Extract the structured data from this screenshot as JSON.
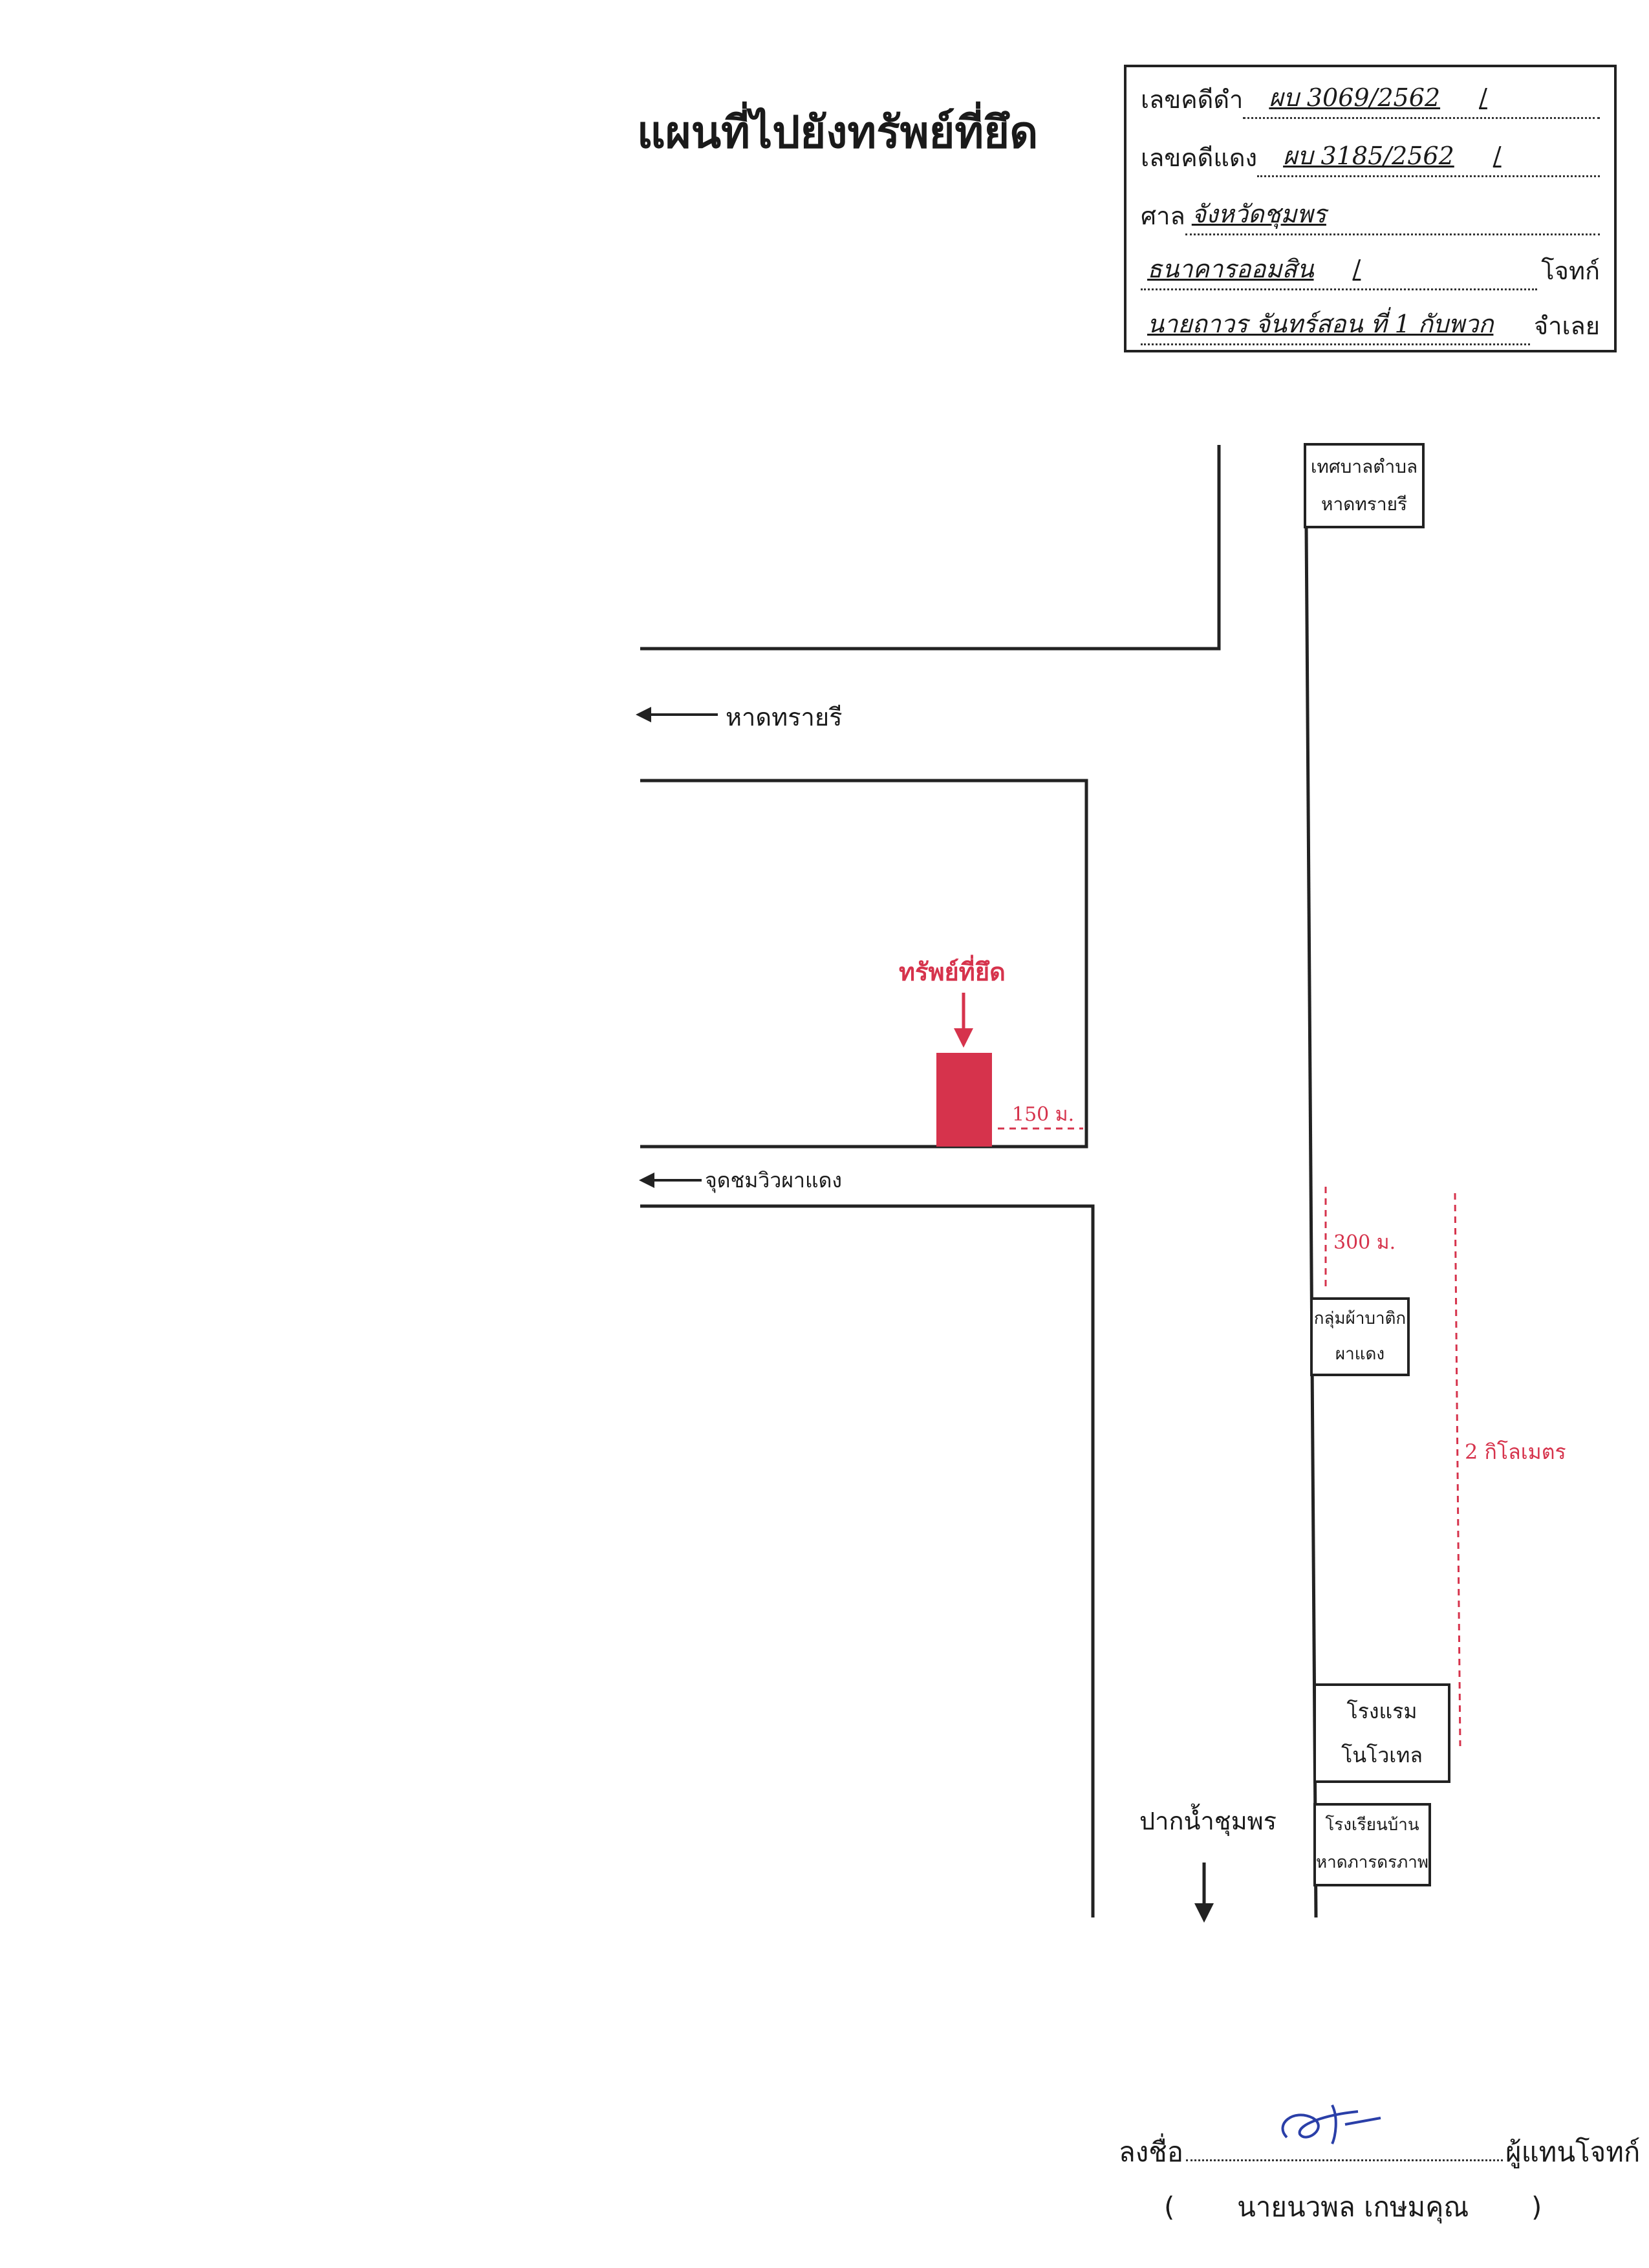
{
  "title": "แผนที่ไปยังทรัพย์ที่ยึด",
  "case_box": {
    "black_case_label": "เลขคดีดำ",
    "black_case_value": "ผบ 3069/2562",
    "red_case_label": "เลขคดีแดง",
    "red_case_value": "ผบ 3185/2562",
    "court_label": "ศาล",
    "court_value": "จังหวัดชุมพร",
    "plaintiff_value": "ธนาคารออมสิน",
    "plaintiff_label": "โจทก์",
    "defendant_value": "นายถาวร จันทร์สอน ที่ 1 กับพวก",
    "defendant_label": "จำเลย",
    "tick_mark": "/"
  },
  "map": {
    "road_label_hat_sai_ri": "หาดทรายรี",
    "road_label_viewpoint": "จุดชมวิวผาแดง",
    "seized_property_label": "ทรัพย์ที่ยึด",
    "distance_150": "150 ม.",
    "distance_300": "300 ม.",
    "distance_2km": "2 กิโลเมตร",
    "landmark_municipality_line1": "เทศบาลตำบล",
    "landmark_municipality_line2": "หาดทรายรี",
    "landmark_batik_line1": "กลุ่มผ้าบาติก",
    "landmark_batik_line2": "ผาแดง",
    "landmark_hotel_line1": "โรงแรม",
    "landmark_hotel_line2": "โนโวเทล",
    "landmark_school_line1": "โรงเรียนบ้าน",
    "landmark_school_line2": "หาดภารดรภาพ",
    "direction_label": "ปากน้ำชุมพร",
    "accent_color": "#d6334c"
  },
  "signature": {
    "sign_label": "ลงชื่อ",
    "role_label": "ผู้แทนโจทก์",
    "open_paren": "(",
    "signer_name": "นายนวพล  เกษมคุณ",
    "close_paren": ")"
  }
}
